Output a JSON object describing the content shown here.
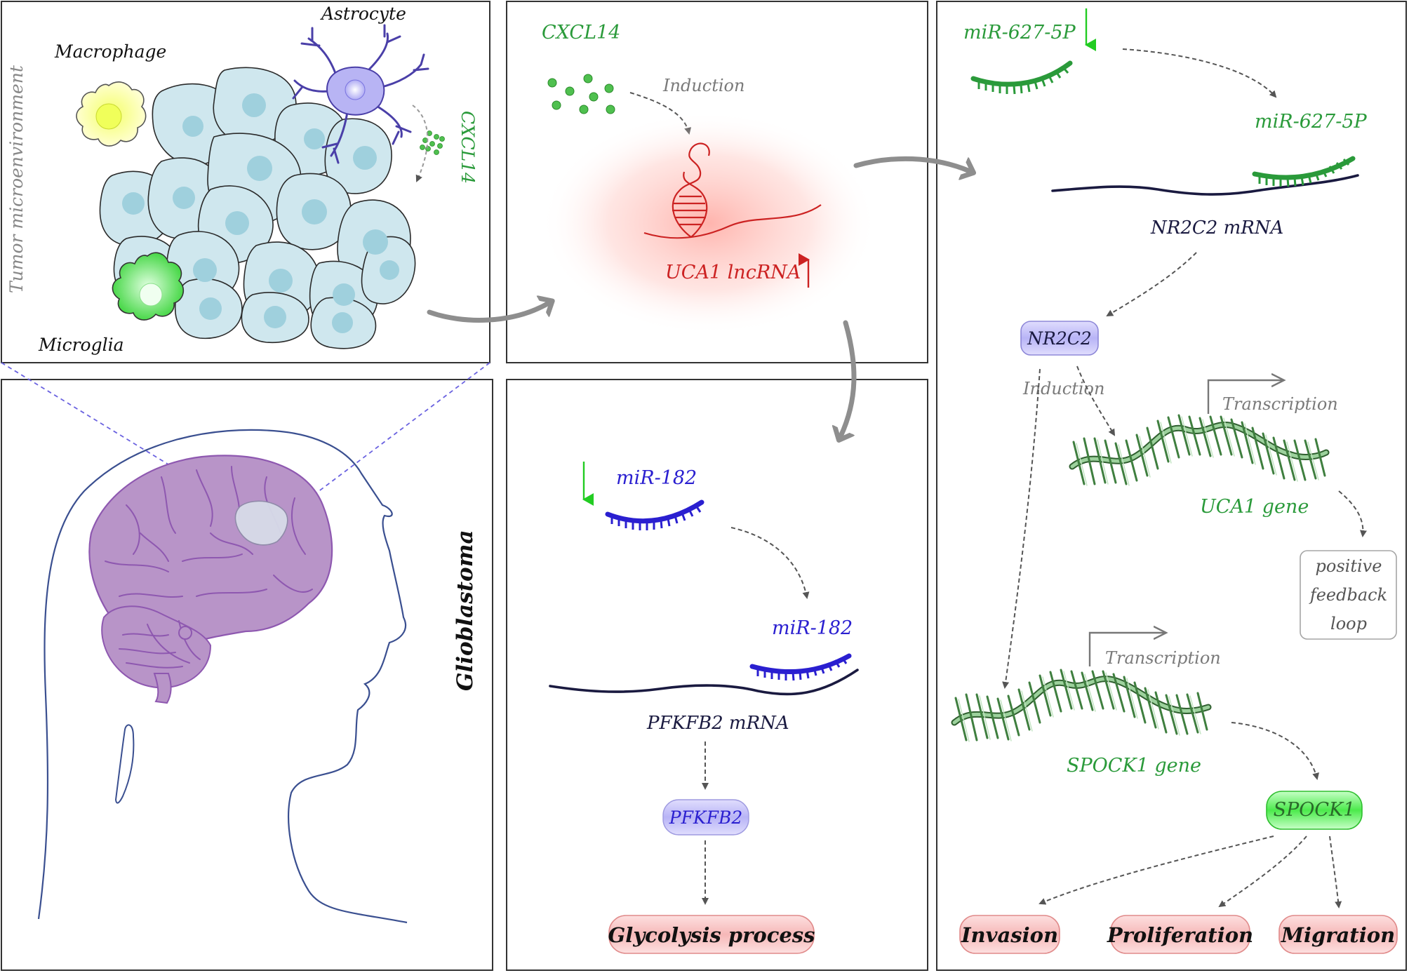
{
  "colors": {
    "green_text": "#2a9a3a",
    "bright_green": "#22cc22",
    "red": "#cc2222",
    "blue": "#2a1fd0",
    "navy": "#1a1a40",
    "gray": "#7a7a7a",
    "dark_gray": "#555555",
    "box_border": "#333333",
    "cell_fill": "#cfe7ee",
    "cell_nucleus": "#9fd0dd",
    "purple": "#b894c8",
    "outcome_fill": "#f8c4c4",
    "outcome_border": "#e08a8a",
    "nr2c2_fill": "#b9b3f3",
    "pfkfb2_fill": "#c8c6fb",
    "spock1_fill": "#66ef66",
    "dna_green": "#3f7f3f"
  },
  "panel_tme": {
    "side_label": "Tumor microenvironment",
    "astrocyte": "Astrocyte",
    "macrophage": "Macrophage",
    "microglia": "Microglia",
    "cxcl14": "CXCL14"
  },
  "panel_head": {
    "glioblastoma": "Glioblastoma"
  },
  "panel_uca1": {
    "cxcl14": "CXCL14",
    "induction": "Induction",
    "uca1": "UCA1 lncRNA"
  },
  "panel_mir182": {
    "mir182_top": "miR-182",
    "mir182_bound": "miR-182",
    "mrna": "PFKFB2 mRNA",
    "protein": "PFKFB2",
    "outcome": "Glycolysis process"
  },
  "panel_mir627": {
    "mir627_top": "miR-627-5P",
    "mir627_bound": "miR-627-5P",
    "mrna": "NR2C2 mRNA",
    "protein": "NR2C2",
    "induction": "Induction",
    "transcription_uca1": "Transcription",
    "uca1_gene": "UCA1 gene",
    "feedback_1": "positive",
    "feedback_2": "feedback",
    "feedback_3": "loop",
    "transcription_spock1": "Transcription",
    "spock1_gene": "SPOCK1 gene",
    "spock1_protein": "SPOCK1",
    "outcome_invasion": "Invasion",
    "outcome_proliferation": "Proliferation",
    "outcome_migration": "Migration"
  }
}
